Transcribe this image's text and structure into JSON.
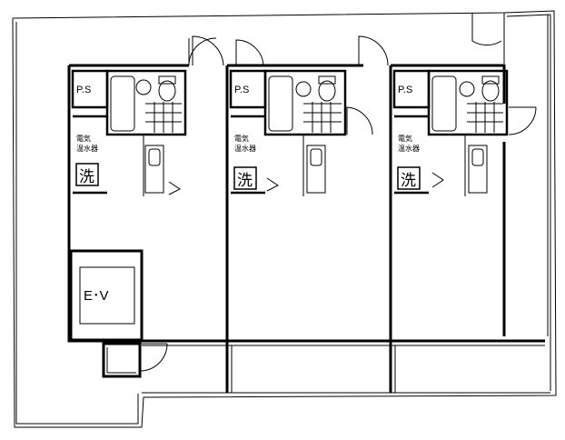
{
  "units": [
    {
      "ps_label": "P.S",
      "heater_label_1": "電気",
      "heater_label_2": "温水器",
      "washer_label": "洗"
    },
    {
      "ps_label": "P.S",
      "heater_label_1": "電気",
      "heater_label_2": "温水器",
      "washer_label": "洗"
    },
    {
      "ps_label": "P.S",
      "heater_label_1": "電気",
      "heater_label_2": "温水器",
      "washer_label": "洗"
    }
  ],
  "elevator_label": "E･V"
}
